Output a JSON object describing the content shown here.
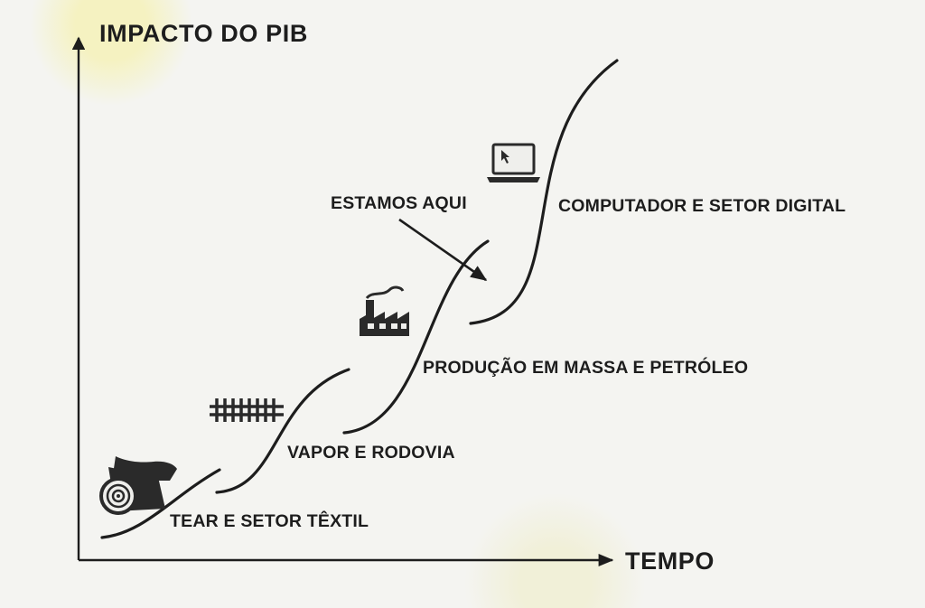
{
  "axes": {
    "y_label": "IMPACTO DO PIB",
    "x_label": "TEMPO"
  },
  "stages": [
    {
      "label": "TEAR E SETOR TÊXTIL",
      "icon": "fabric-roll-icon"
    },
    {
      "label": "VAPOR E RODOVIA",
      "icon": "railway-track-icon"
    },
    {
      "label": "PRODUÇÃO EM MASSA E PETRÓLEO",
      "icon": "factory-icon"
    },
    {
      "label": "COMPUTADOR E SETOR DIGITAL",
      "icon": "laptop-icon"
    }
  ],
  "annotation": {
    "label": "ESTAMOS AQUI"
  },
  "colors": {
    "ink": "#1d1d1d",
    "paper": "#f4f4f1"
  }
}
